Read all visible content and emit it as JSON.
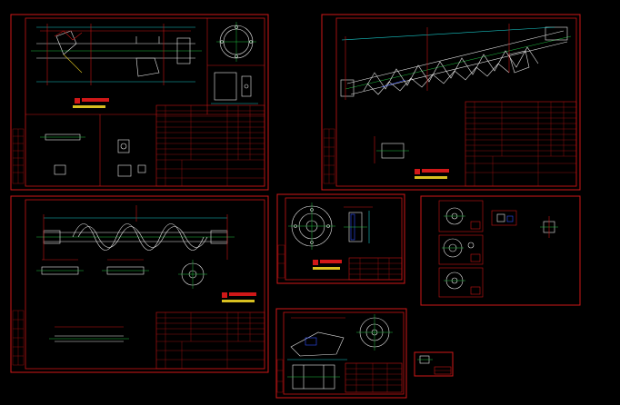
{
  "image_title": "",
  "sheets": [
    {
      "id": "sheet-1",
      "kind": "screw-conveyor-assembly-side"
    },
    {
      "id": "sheet-2",
      "kind": "screw-conveyor-assembly-inclined"
    },
    {
      "id": "sheet-3",
      "kind": "screw-shaft-detail"
    },
    {
      "id": "sheet-4",
      "kind": "flange-detail"
    },
    {
      "id": "sheet-5",
      "kind": "parts-detail-group"
    },
    {
      "id": "sheet-6",
      "kind": "drive-base-detail"
    },
    {
      "id": "sheet-7",
      "kind": "small-part-detail"
    }
  ],
  "colors": {
    "frame": "#d01818",
    "geometry": "#e8e8e8",
    "centerline": "#20c040",
    "dimension": "#18c8c8",
    "hatch": "#3050ff",
    "stamp_text": "#e8d020"
  },
  "stamp_icon": "company-logo-stamp-icon"
}
